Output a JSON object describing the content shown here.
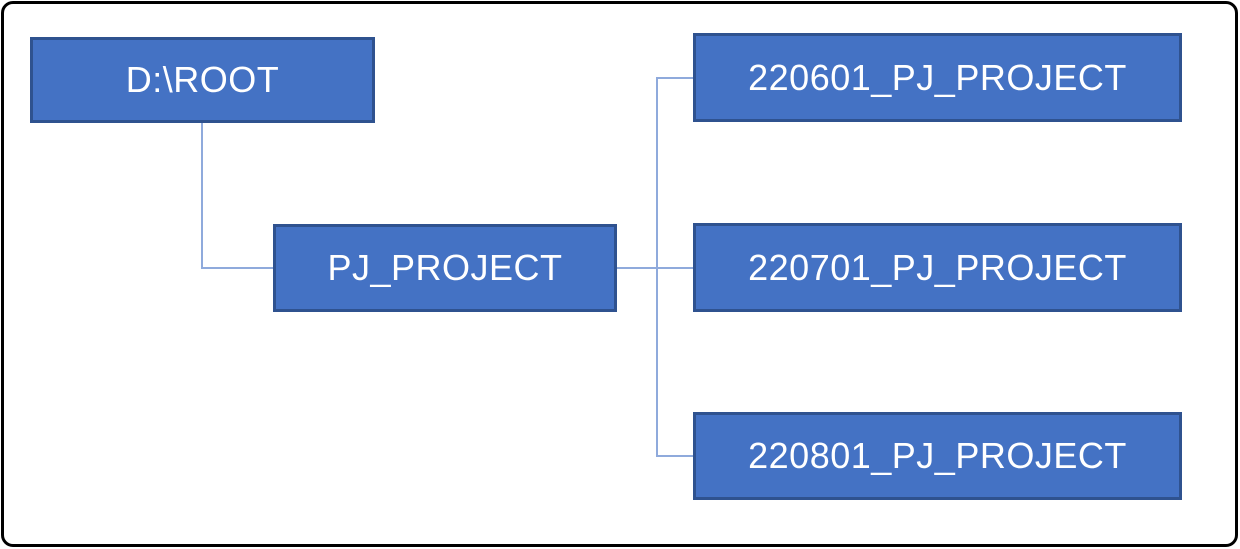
{
  "diagram": {
    "type": "folder-hierarchy",
    "colors": {
      "node_fill": "#4472C4",
      "node_border": "#2F528F",
      "node_text": "#FFFFFF",
      "connector": "#8FAADC",
      "frame_border": "#000000",
      "background": "#FFFFFF"
    },
    "nodes": [
      {
        "id": "root",
        "label": "D:\\ROOT"
      },
      {
        "id": "pj",
        "label": "PJ_PROJECT"
      },
      {
        "id": "child-1",
        "label": "220601_PJ_PROJECT"
      },
      {
        "id": "child-2",
        "label": "220701_PJ_PROJECT"
      },
      {
        "id": "child-3",
        "label": "220801_PJ_PROJECT"
      }
    ],
    "edges": [
      {
        "from": "D:\\ROOT",
        "to": "PJ_PROJECT"
      },
      {
        "from": "PJ_PROJECT",
        "to": "220601_PJ_PROJECT"
      },
      {
        "from": "PJ_PROJECT",
        "to": "220701_PJ_PROJECT"
      },
      {
        "from": "PJ_PROJECT",
        "to": "220801_PJ_PROJECT"
      }
    ]
  }
}
